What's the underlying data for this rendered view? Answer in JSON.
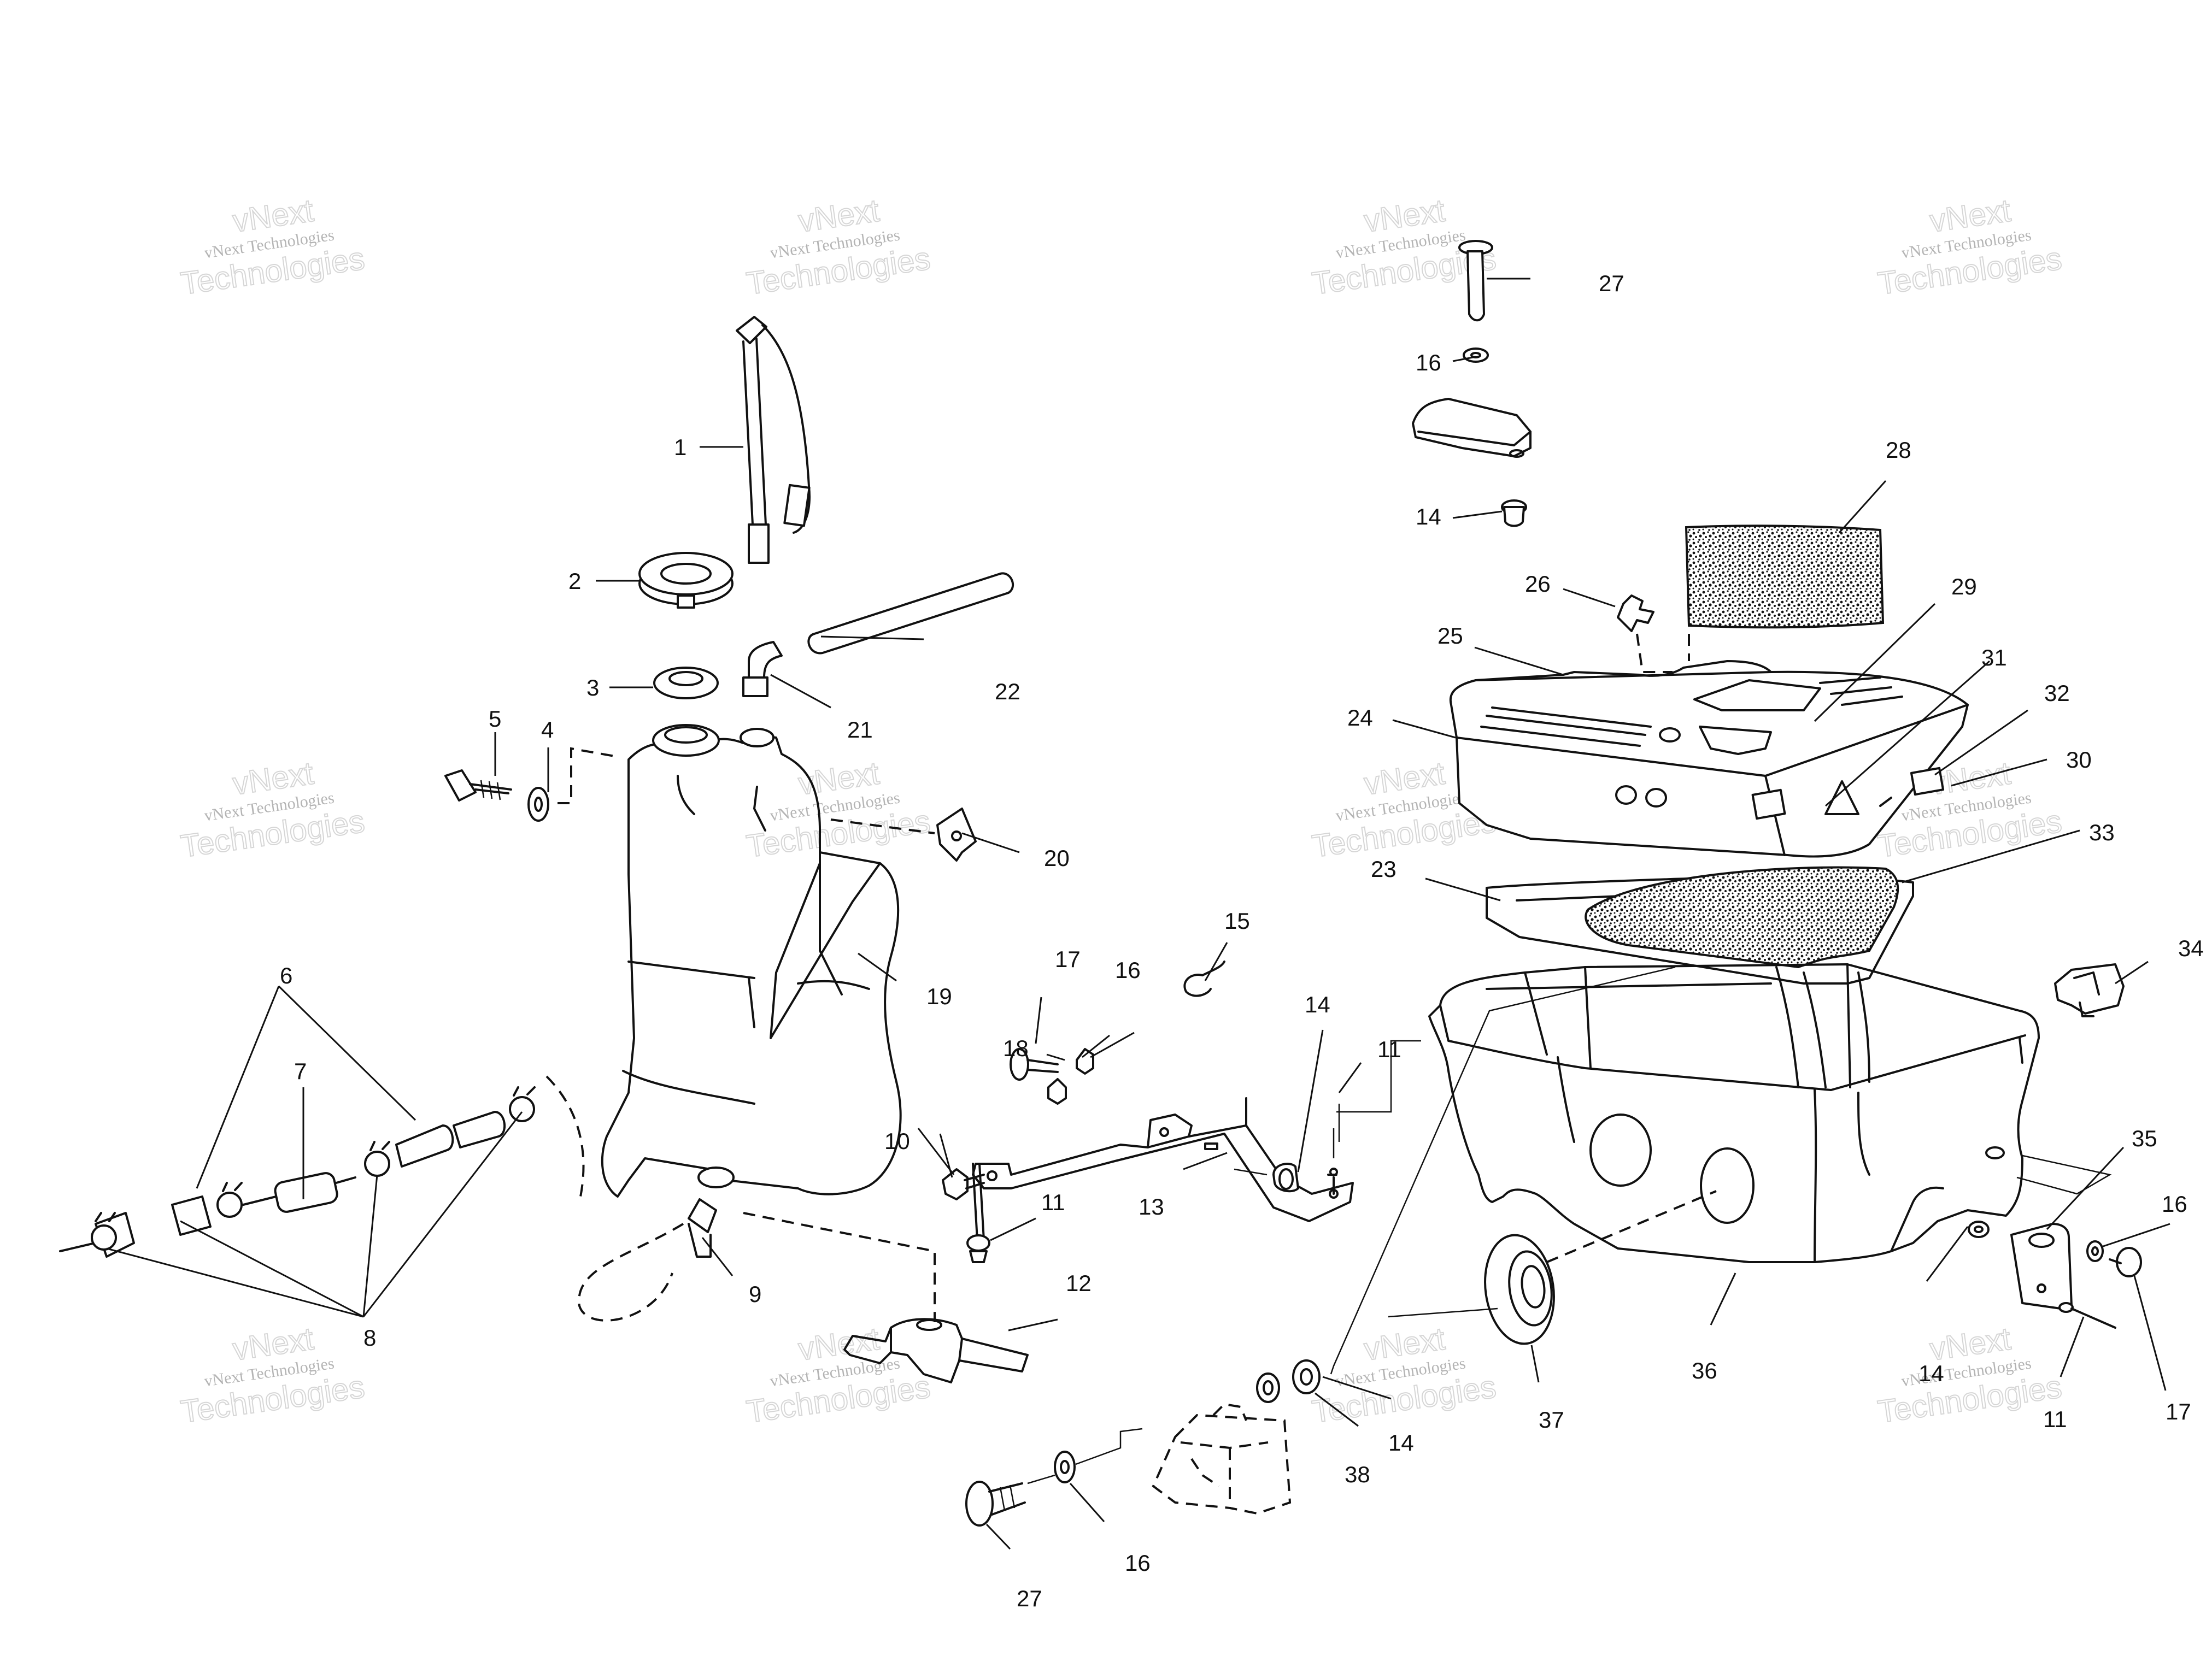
{
  "watermark": {
    "line1": "vNext",
    "line2": "vNext Technologies",
    "line3": "Technologies"
  },
  "callouts": {
    "c1": "1",
    "c2": "2",
    "c3": "3",
    "c4": "4",
    "c5": "5",
    "c6": "6",
    "c7": "7",
    "c8": "8",
    "c9": "9",
    "c10": "10",
    "c11a": "11",
    "c11b": "11",
    "c11c": "11",
    "c12": "12",
    "c13": "13",
    "c14a": "14",
    "c14b": "14",
    "c14c": "14",
    "c14d": "14",
    "c15": "15",
    "c16a": "16",
    "c16b": "16",
    "c16c": "16",
    "c16d": "16",
    "c17a": "17",
    "c17b": "17",
    "c18": "18",
    "c19": "19",
    "c20": "20",
    "c21": "21",
    "c22": "22",
    "c23": "23",
    "c24": "24",
    "c25": "25",
    "c26": "26",
    "c27a": "27",
    "c27b": "27",
    "c28": "28",
    "c29": "29",
    "c30": "30",
    "c31": "31",
    "c32": "32",
    "c33": "33",
    "c34": "34",
    "c35": "35",
    "c36": "36",
    "c37": "37",
    "c38": "38"
  }
}
